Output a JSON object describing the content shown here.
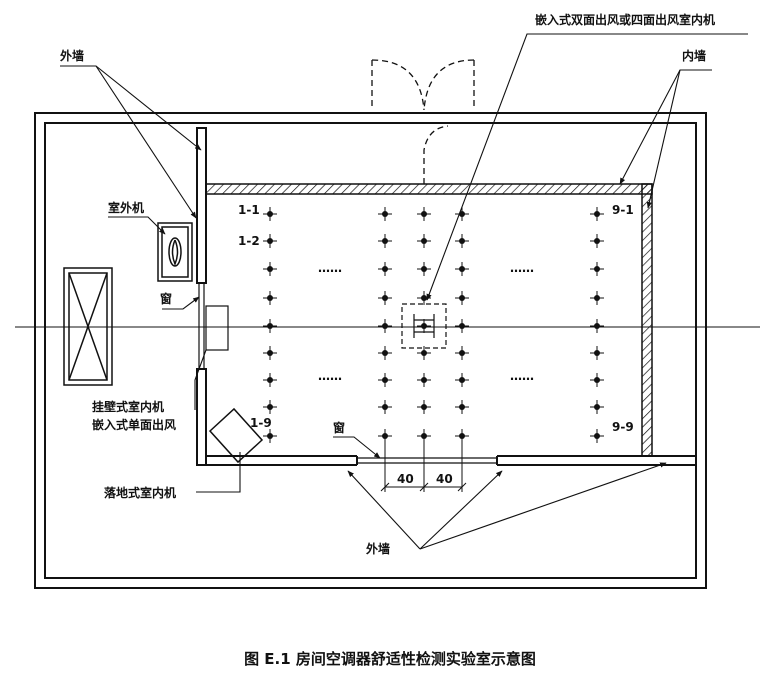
{
  "labels": {
    "embedded_double_four": "嵌入式双面出风或四面出风室内机",
    "outer_wall_top": "外墙",
    "inner_wall": "内墙",
    "outdoor_unit": "室外机",
    "window_left": "窗",
    "wall_mounted": "挂壁式室内机",
    "embedded_single": "嵌入式单面出风",
    "floor_standing": "落地式室内机",
    "window_bottom": "窗",
    "outer_wall_bottom": "外墙",
    "dim_left": "40",
    "dim_right": "40",
    "pt_1_1": "1-1",
    "pt_1_2": "1-2",
    "pt_1_9": "1-9",
    "pt_9_1": "9-1",
    "pt_9_9": "9-9",
    "ellipsis": "……"
  },
  "caption": "图 E.1   房间空调器舒适性检测实验室示意图"
}
